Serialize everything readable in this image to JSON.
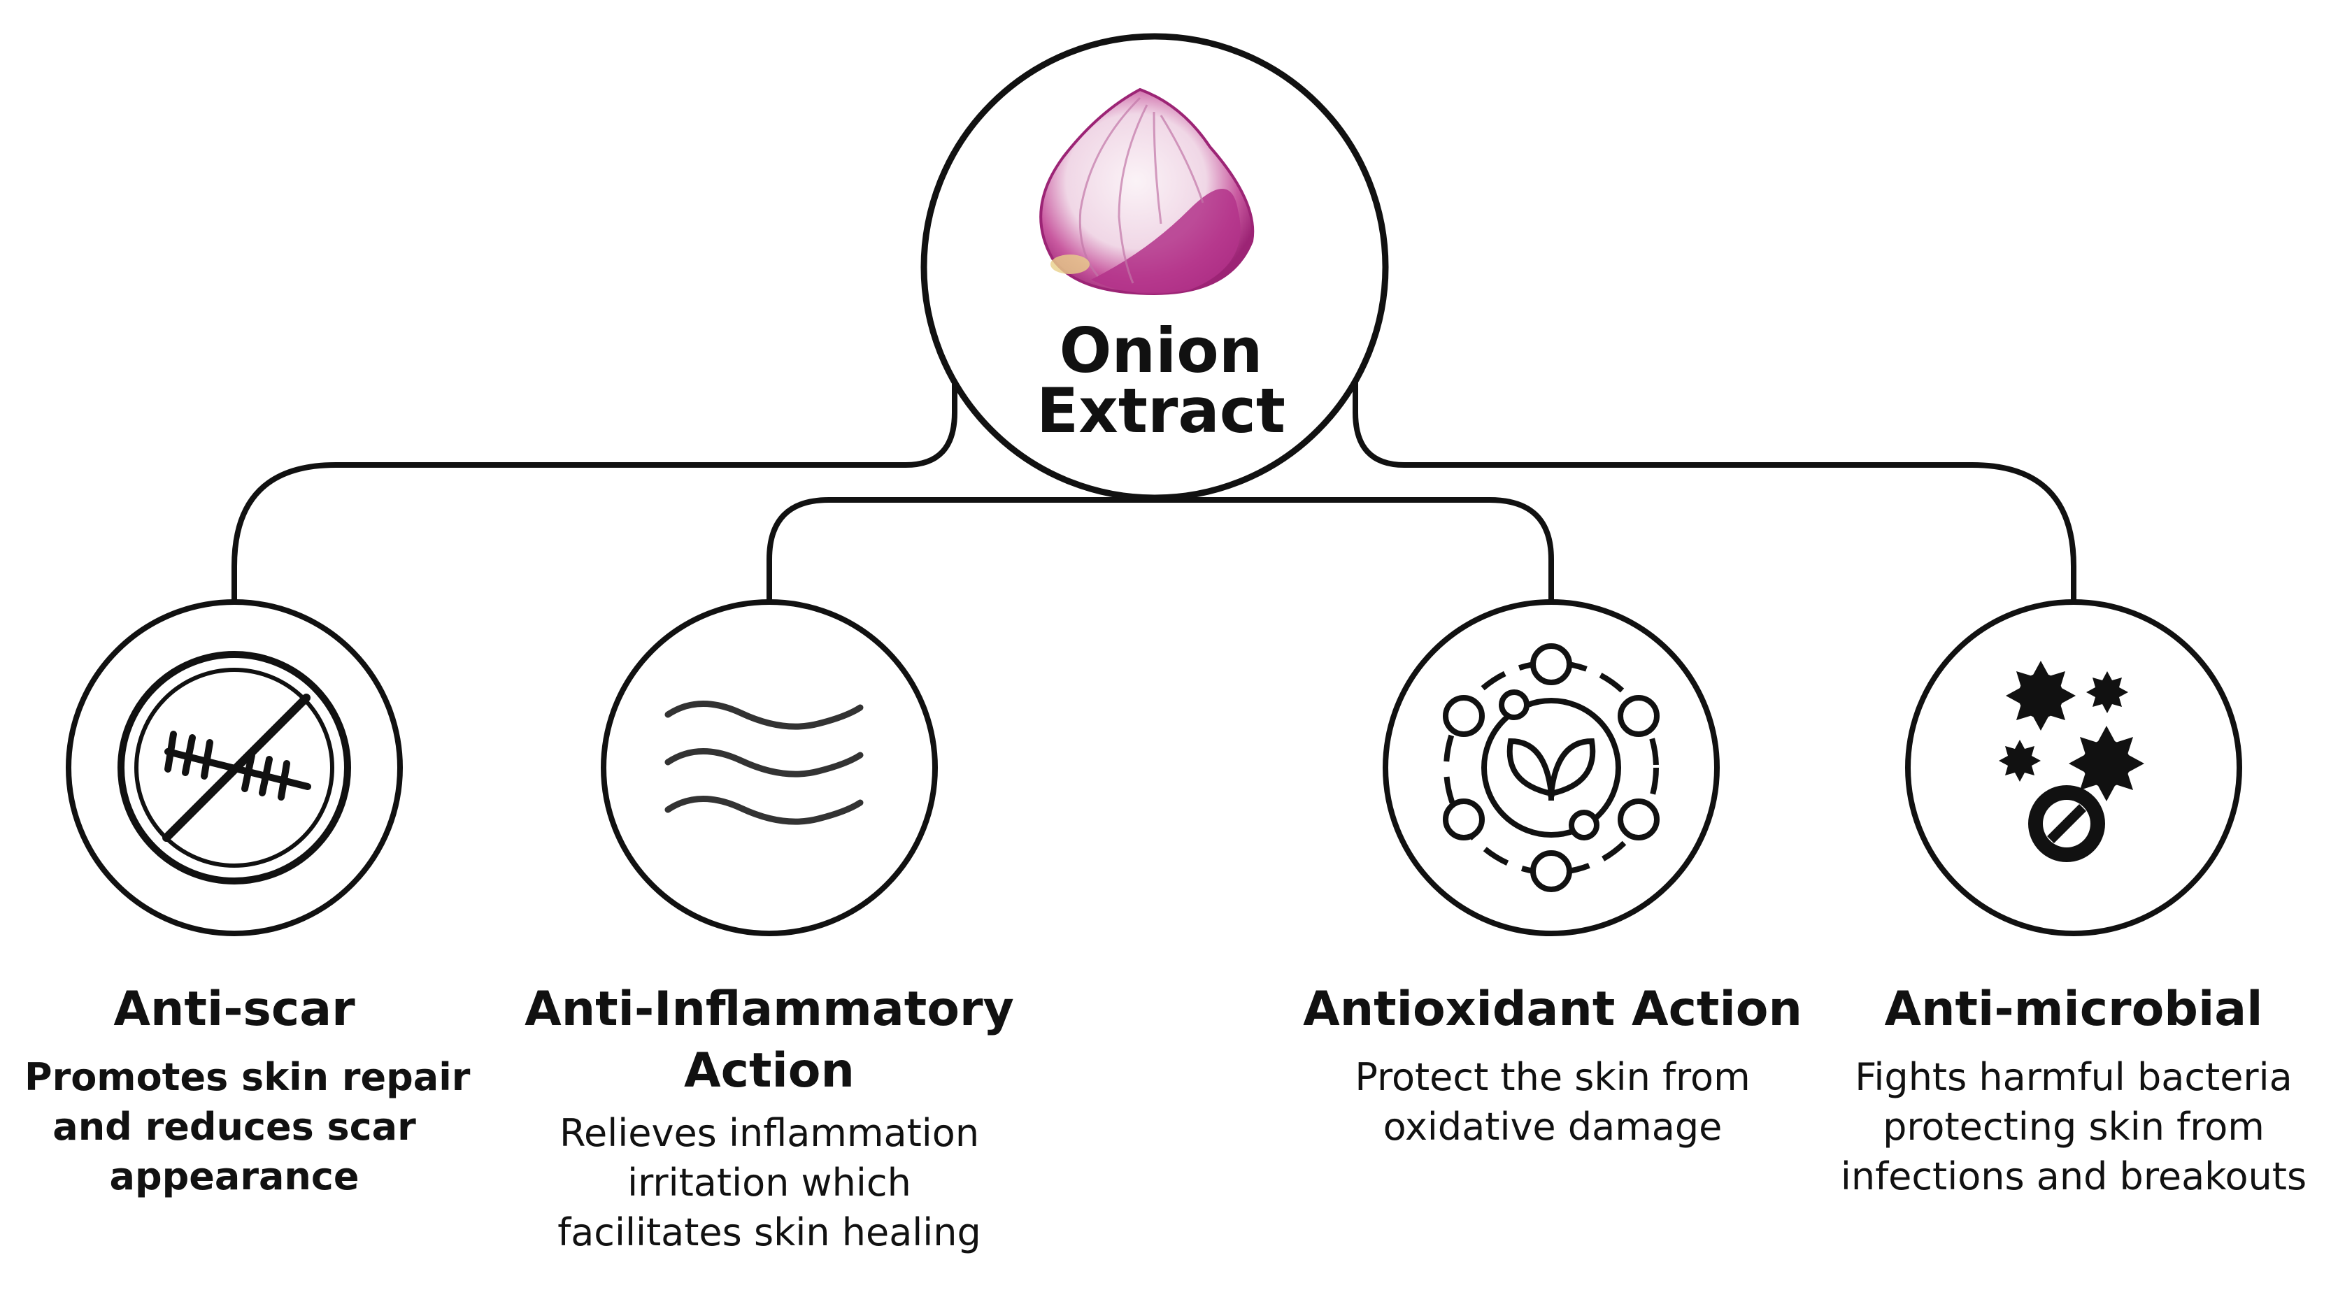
{
  "center": {
    "title_line1": "Onion",
    "title_line2": "Extract"
  },
  "benefits": [
    {
      "icon": "no-scar-icon",
      "title": "Anti-scar",
      "description": [
        "Promotes skin repair",
        "and reduces scar",
        "appearance"
      ]
    },
    {
      "icon": "waves-icon",
      "title_lines": [
        "Anti-Inflammatory",
        "Action"
      ],
      "description": [
        "Relieves inflammation",
        "irritation which",
        "facilitates skin healing"
      ]
    },
    {
      "icon": "antioxidant-leaf-icon",
      "title": "Antioxidant Action",
      "description": [
        "Protect the skin from",
        "oxidative damage"
      ]
    },
    {
      "icon": "bacteria-blocked-icon",
      "title": "Anti-microbial",
      "description": [
        "Fights harmful bacteria",
        "protecting skin from",
        "infections and breakouts"
      ]
    }
  ],
  "colors": {
    "stroke": "#111111",
    "onion_outer": "#a62d7d",
    "onion_inner": "#f3e6ee"
  }
}
